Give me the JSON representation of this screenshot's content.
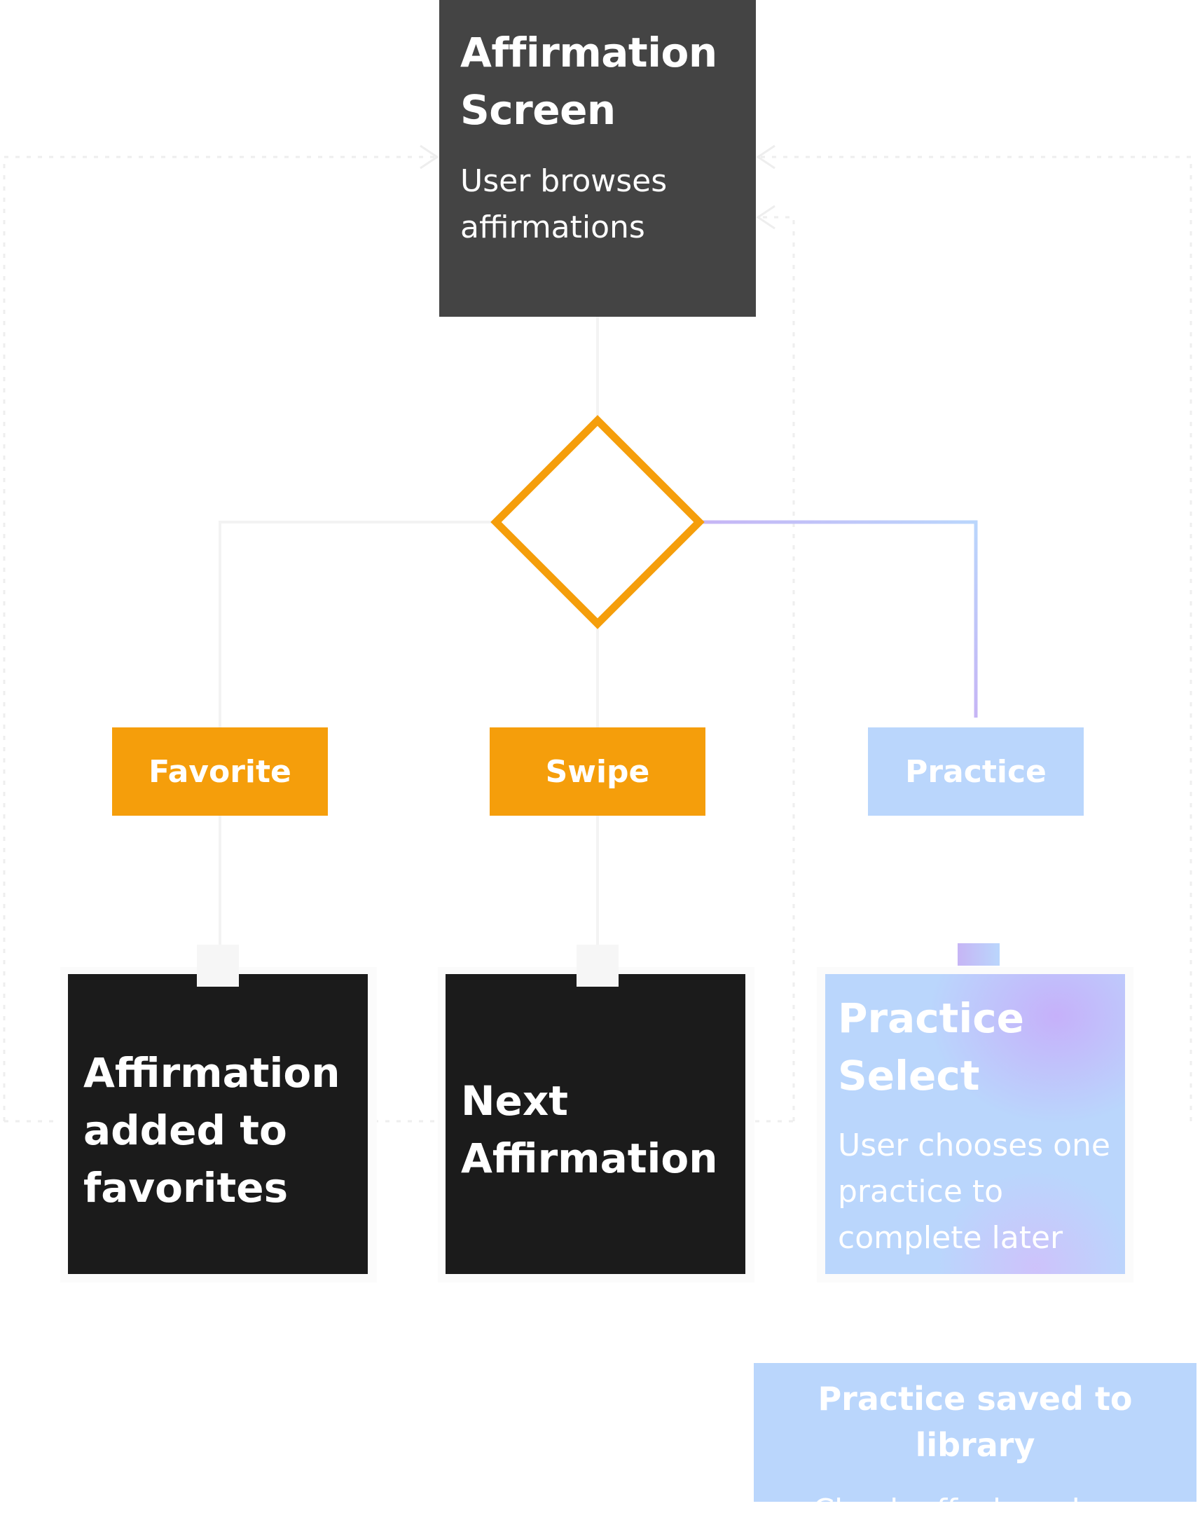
{
  "colors": {
    "start_bg": "#444444",
    "decision_stroke": "#f59e0b",
    "orange": "#f59e0b",
    "blue": "#bad6fc",
    "dark": "#1b1b1b",
    "purple": "#c6b5f5"
  },
  "nodes": {
    "start": {
      "title_line1": "Affirmation",
      "title_line2": "Screen",
      "sub_line1": "User browses",
      "sub_line2": "affirmations"
    },
    "decision": {
      "shape": "diamond"
    },
    "options": {
      "favorite": "Favorite",
      "swipe": "Swipe",
      "practice": "Practice"
    },
    "favorite_result": {
      "line1": "Affirmation",
      "line2": "added to",
      "line3": "favorites"
    },
    "swipe_result": {
      "line1": "Next",
      "line2": "Affirmation"
    },
    "practice_select": {
      "title_line1": "Practice",
      "title_line2": "Select",
      "sub_line1": "User chooses one",
      "sub_line2": "practice to",
      "sub_line3": "complete later"
    },
    "saved": {
      "title": "Practice saved to library",
      "sub": "Check off when done"
    }
  }
}
